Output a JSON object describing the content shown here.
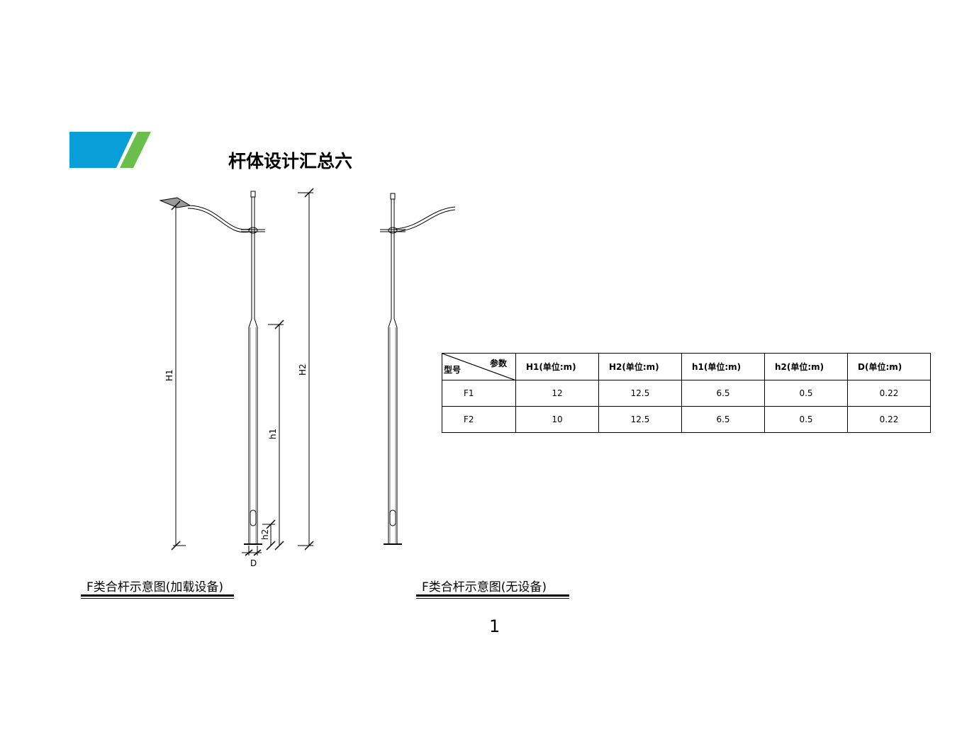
{
  "title": "杆体设计汇总六",
  "colors": {
    "logo_blue": "#0a9ed9",
    "logo_green": "#6abf4b"
  },
  "drawing_labels": {
    "H1": "H1",
    "H2": "H2",
    "h1": "h1",
    "h2": "h2",
    "D": "D"
  },
  "captions": {
    "left": "F类合杆示意图(加载设备)",
    "right": "F类合杆示意图(无设备)"
  },
  "table": {
    "corner_param": "参数",
    "corner_model": "型号",
    "headers": [
      "H1(单位:m)",
      "H2(单位:m)",
      "h1(单位:m)",
      "h2(单位:m)",
      "D(单位:m)"
    ],
    "rows": [
      {
        "model": "F1",
        "values": [
          "12",
          "12.5",
          "6.5",
          "0.5",
          "0.22"
        ]
      },
      {
        "model": "F2",
        "values": [
          "10",
          "12.5",
          "6.5",
          "0.5",
          "0.22"
        ]
      }
    ]
  },
  "page_number": "1"
}
